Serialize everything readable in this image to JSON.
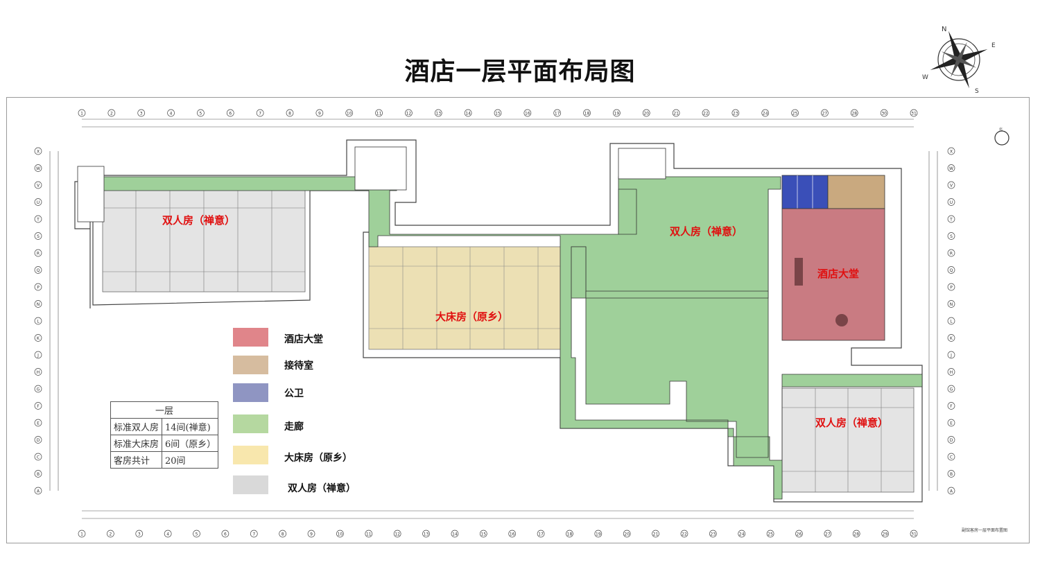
{
  "title": "酒店一层平面布局图",
  "compass": {
    "n": "N",
    "e": "E",
    "s": "S",
    "w": "W"
  },
  "north_mark": "北",
  "room_labels": [
    {
      "text": "双人房（禅意）",
      "color": "#e01010"
    },
    {
      "text": "大床房（原乡）",
      "color": "#e01010"
    },
    {
      "text": "双人房（禅意）",
      "color": "#e01010"
    },
    {
      "text": "酒店大堂",
      "color": "#e01010"
    },
    {
      "text": "双人房（禅意）",
      "color": "#e01010"
    }
  ],
  "legend": [
    {
      "label": "酒店大堂",
      "color": "#e0858a"
    },
    {
      "label": "接待室",
      "color": "#d6bc9f"
    },
    {
      "label": "公卫",
      "color": "#8f95c2"
    },
    {
      "label": "走廊",
      "color": "#b5d8a0"
    },
    {
      "label": "大床房（原乡）",
      "color": "#f8e7ad"
    },
    {
      "label": "双人房（禅意）",
      "color": "#d9d9d9"
    }
  ],
  "summary_table": {
    "header": "一层",
    "rows": [
      {
        "type": "标准双人房",
        "count": "14间(禅意)"
      },
      {
        "type": "标准大床房",
        "count": "6间（原乡）"
      },
      {
        "type": "客房共计",
        "count": "20间"
      }
    ]
  },
  "zone_colors": {
    "lobby": "#c97b82",
    "reception": "#c9a97f",
    "toilet": "#3a4fb8",
    "corridor": "#9fd09a",
    "king_room": "#ece0b4",
    "twin_room": "#e4e4e4"
  },
  "top_axis_labels": [
    "1",
    "2",
    "3",
    "4",
    "5",
    "6",
    "7",
    "8",
    "9",
    "10",
    "11",
    "12",
    "13",
    "14",
    "15",
    "16",
    "17",
    "18",
    "19",
    "20",
    "21",
    "22",
    "23",
    "24",
    "25",
    "27",
    "28",
    "30",
    "31"
  ],
  "bottom_axis_labels": [
    "1",
    "2",
    "3",
    "4",
    "5",
    "6",
    "7",
    "8",
    "9",
    "10",
    "11",
    "12",
    "13",
    "14",
    "15",
    "16",
    "17",
    "18",
    "19",
    "20",
    "21",
    "22",
    "23",
    "24",
    "25",
    "26",
    "27",
    "28",
    "29",
    "31"
  ],
  "side_axis_labels": [
    "X",
    "W",
    "V",
    "U",
    "T",
    "S",
    "R",
    "Q",
    "P",
    "N",
    "L",
    "K",
    "J",
    "H",
    "G",
    "F",
    "E",
    "D",
    "C",
    "B",
    "A"
  ],
  "sheet_note": "副馆客房一层平面布置图"
}
